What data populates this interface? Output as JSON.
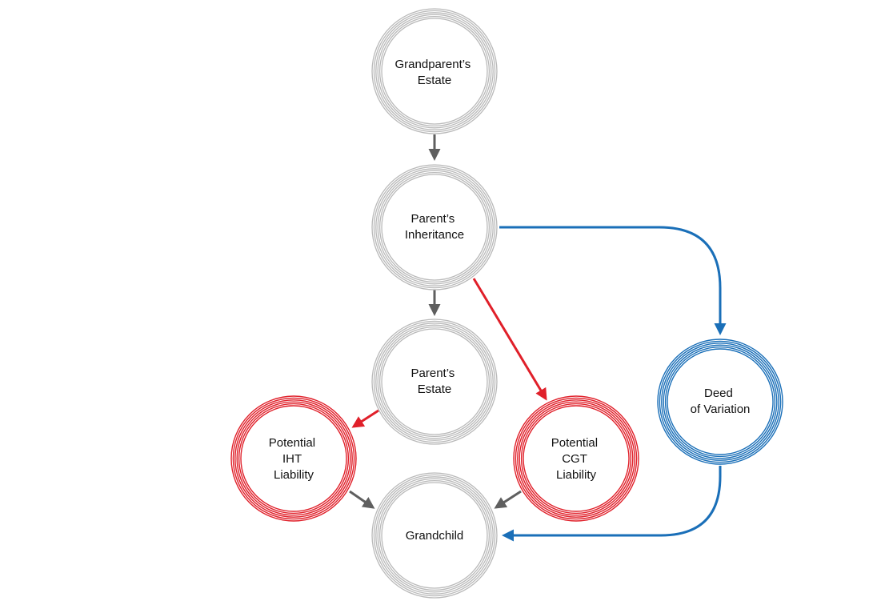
{
  "nodes": {
    "grandparent_estate": {
      "lines": [
        "Grandparent’s",
        "Estate"
      ],
      "style": "grey"
    },
    "parent_inheritance": {
      "lines": [
        "Parent’s",
        "Inheritance"
      ],
      "style": "grey"
    },
    "parent_estate": {
      "lines": [
        "Parent’s",
        "Estate"
      ],
      "style": "grey"
    },
    "potential_iht": {
      "lines": [
        "Potential",
        "IHT",
        "Liability"
      ],
      "style": "red"
    },
    "potential_cgt": {
      "lines": [
        "Potential",
        "CGT",
        "Liability"
      ],
      "style": "red"
    },
    "deed_of_variation": {
      "lines": [
        "Deed",
        "of Variation"
      ],
      "style": "blue"
    },
    "grandchild": {
      "lines": [
        "Grandchild"
      ],
      "style": "grey"
    }
  },
  "edges": [
    {
      "from": "grandparent_estate",
      "to": "parent_inheritance",
      "style": "grey"
    },
    {
      "from": "parent_inheritance",
      "to": "parent_estate",
      "style": "grey"
    },
    {
      "from": "parent_inheritance",
      "to": "potential_cgt",
      "style": "red"
    },
    {
      "from": "parent_inheritance",
      "to": "deed_of_variation",
      "style": "blue"
    },
    {
      "from": "parent_estate",
      "to": "potential_iht",
      "style": "red"
    },
    {
      "from": "potential_iht",
      "to": "grandchild",
      "style": "grey"
    },
    {
      "from": "potential_cgt",
      "to": "grandchild",
      "style": "grey"
    },
    {
      "from": "deed_of_variation",
      "to": "grandchild",
      "style": "blue"
    }
  ],
  "colors": {
    "grey_ring": "#b9b9b9",
    "grey_arrow": "#5f5f5f",
    "red": "#e0202a",
    "blue": "#1a6fb8",
    "text": "#111111"
  }
}
